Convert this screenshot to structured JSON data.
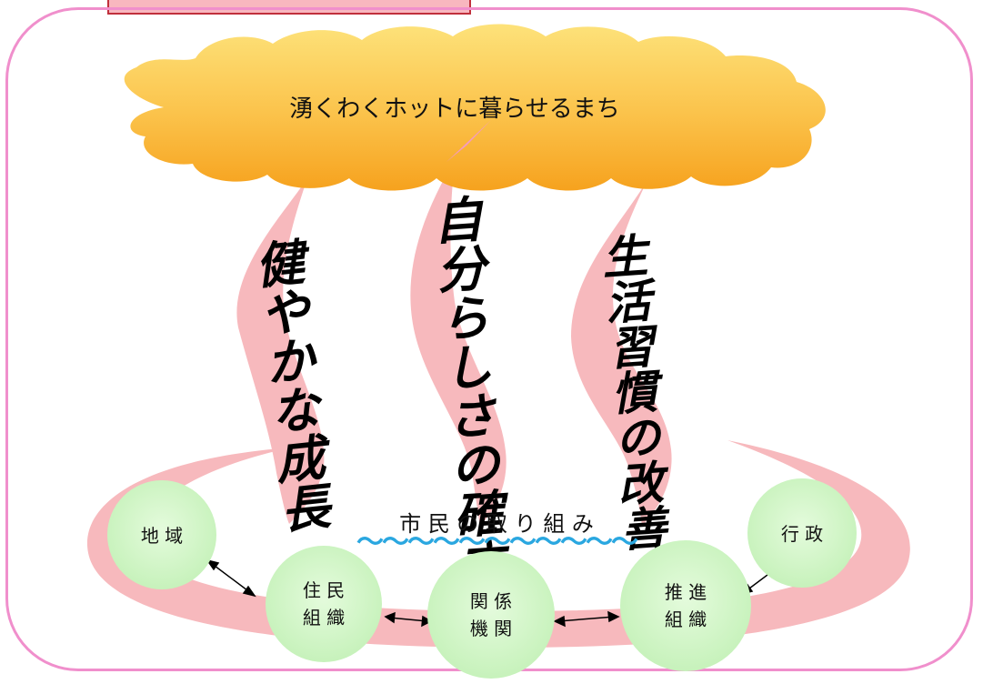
{
  "vision": "湧くわくホットに暮らせるまち",
  "pillars": [
    {
      "id": "healthy-growth",
      "label": "健やかな成長"
    },
    {
      "id": "self-establishment",
      "label": "自分らしさの確立"
    },
    {
      "id": "lifestyle-improvement",
      "label": "生活習慣の改善"
    }
  ],
  "initiative": "市 民 の 取 り 組 み",
  "wave_glyphs": "〜〜〜〜〜〜〜〜〜〜〜",
  "nodes": [
    {
      "id": "region",
      "line1": "地 域",
      "line2": ""
    },
    {
      "id": "resident-org",
      "line1": "住 民",
      "line2": "組 織"
    },
    {
      "id": "related-agencies",
      "line1": "関 係",
      "line2": "機 関"
    },
    {
      "id": "promotion-org",
      "line1": "推 進",
      "line2": "組 織"
    },
    {
      "id": "administration",
      "line1": "行 政",
      "line2": ""
    }
  ],
  "colors": {
    "frame": "#f08fcc",
    "cloud_top": "#fde27a",
    "cloud_bottom": "#f6a21e",
    "swirl": "#f7b9bd",
    "node": "#cdf5c2",
    "wave": "#2aa7e0",
    "vision_tail": "#f49ac2"
  }
}
